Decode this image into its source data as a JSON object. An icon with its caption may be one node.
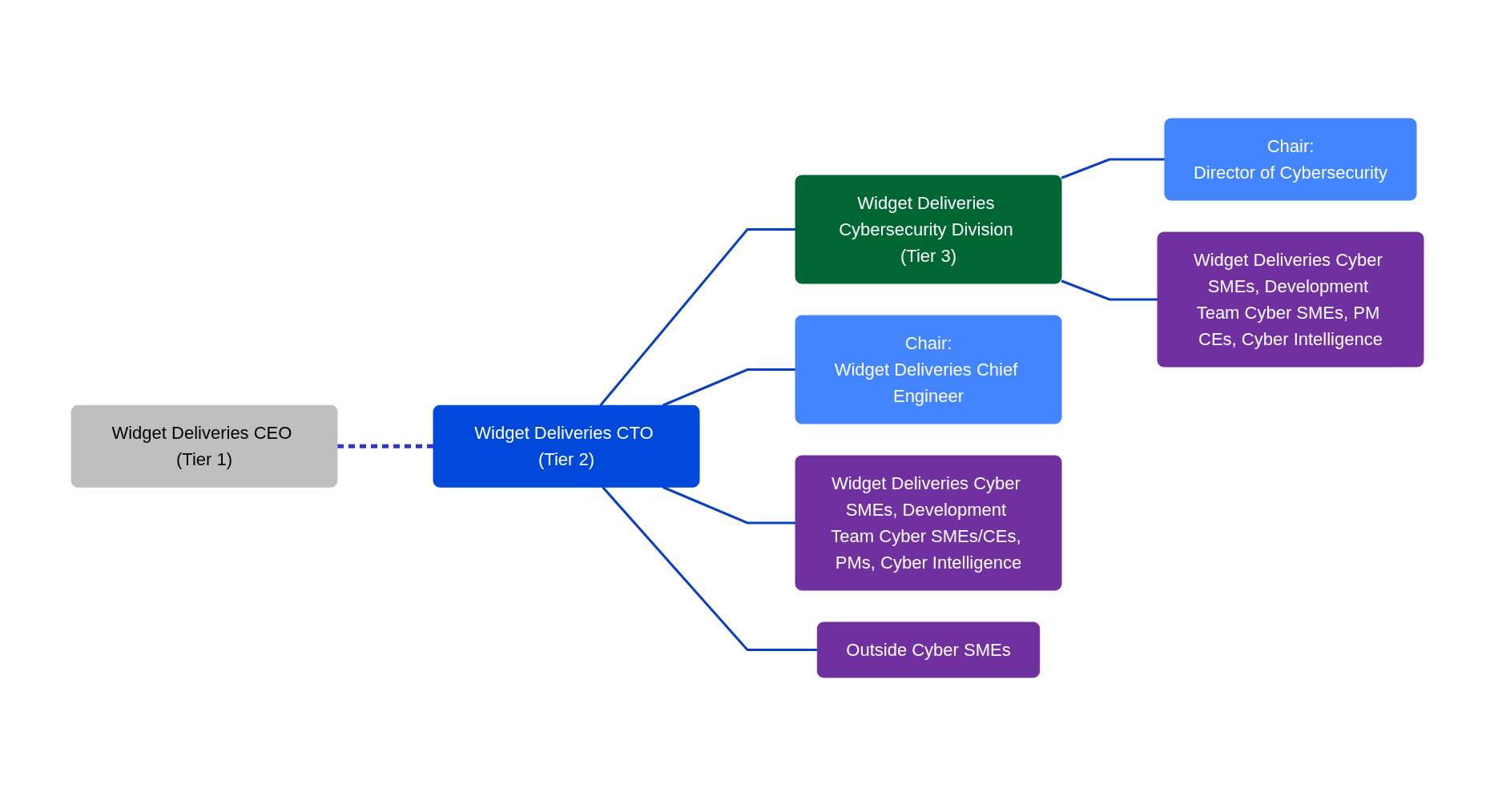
{
  "diagram": {
    "nodes": [
      {
        "text": [
          "Widget Deliveries CEO (Tier 1)"
        ]
      },
      {
        "text": [
          "Widget Deliveries CTO (Tier 2)"
        ]
      },
      {
        "text": [
          "Widget Deliveries Cybersecurity Division (Tier 3)"
        ]
      },
      {
        "text": [
          "Chair:",
          "Widget Deliveries Chief Engineer"
        ]
      },
      {
        "text": [
          "Widget Deliveries Cyber SMEs, Development Team Cyber SMEs/CEs, PMs, Cyber Intelligence"
        ]
      },
      {
        "text": [
          "Outside Cyber SMEs"
        ]
      },
      {
        "text": [
          "Chair:",
          "Director of Cybersecurity"
        ]
      },
      {
        "text": [
          "Widget Deliveries Cyber SMEs, Development Team Cyber SMEs, PM CEs, Cyber Intelligence"
        ]
      }
    ],
    "edges": [
      {
        "from": 0,
        "to": 1,
        "arrow": "none",
        "style": "dashed",
        "color": "#3333cc"
      },
      {
        "from": 1,
        "to": 2,
        "arrow": "none"
      },
      {
        "from": 1,
        "to": 3,
        "arrow": "none"
      },
      {
        "from": 1,
        "to": 4,
        "arrow": "none"
      },
      {
        "from": 1,
        "to": 5,
        "arrow": "none"
      },
      {
        "from": 2,
        "to": 6,
        "arrow": "none"
      },
      {
        "from": 2,
        "to": 7,
        "arrow": "none"
      }
    ]
  }
}
